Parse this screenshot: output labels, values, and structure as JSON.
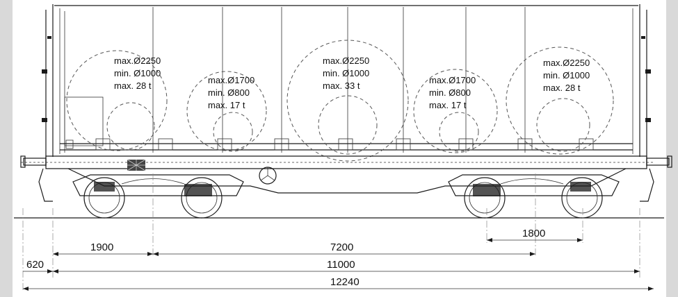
{
  "coils": [
    {
      "max_dia": "max.Ø2250",
      "min_dia": "min. Ø1000",
      "max_weight": "max. 28 t"
    },
    {
      "max_dia": "max.Ø1700",
      "min_dia": "min. Ø800",
      "max_weight": "max. 17 t"
    },
    {
      "max_dia": "max.Ø2250",
      "min_dia": "min. Ø1000",
      "max_weight": "max. 33 t"
    },
    {
      "max_dia": "max.Ø1700",
      "min_dia": "min. Ø800",
      "max_weight": "max. 17 t"
    },
    {
      "max_dia": "max.Ø2250",
      "min_dia": "min. Ø1000",
      "max_weight": "max. 28 t"
    }
  ],
  "dimensions": {
    "bogie_wheelbase": "1800",
    "end_to_bogie": "1900",
    "bogie_pivot_spacing": "7200",
    "overhang": "620",
    "length_over_body": "11000",
    "length_over_buffers": "12240"
  }
}
